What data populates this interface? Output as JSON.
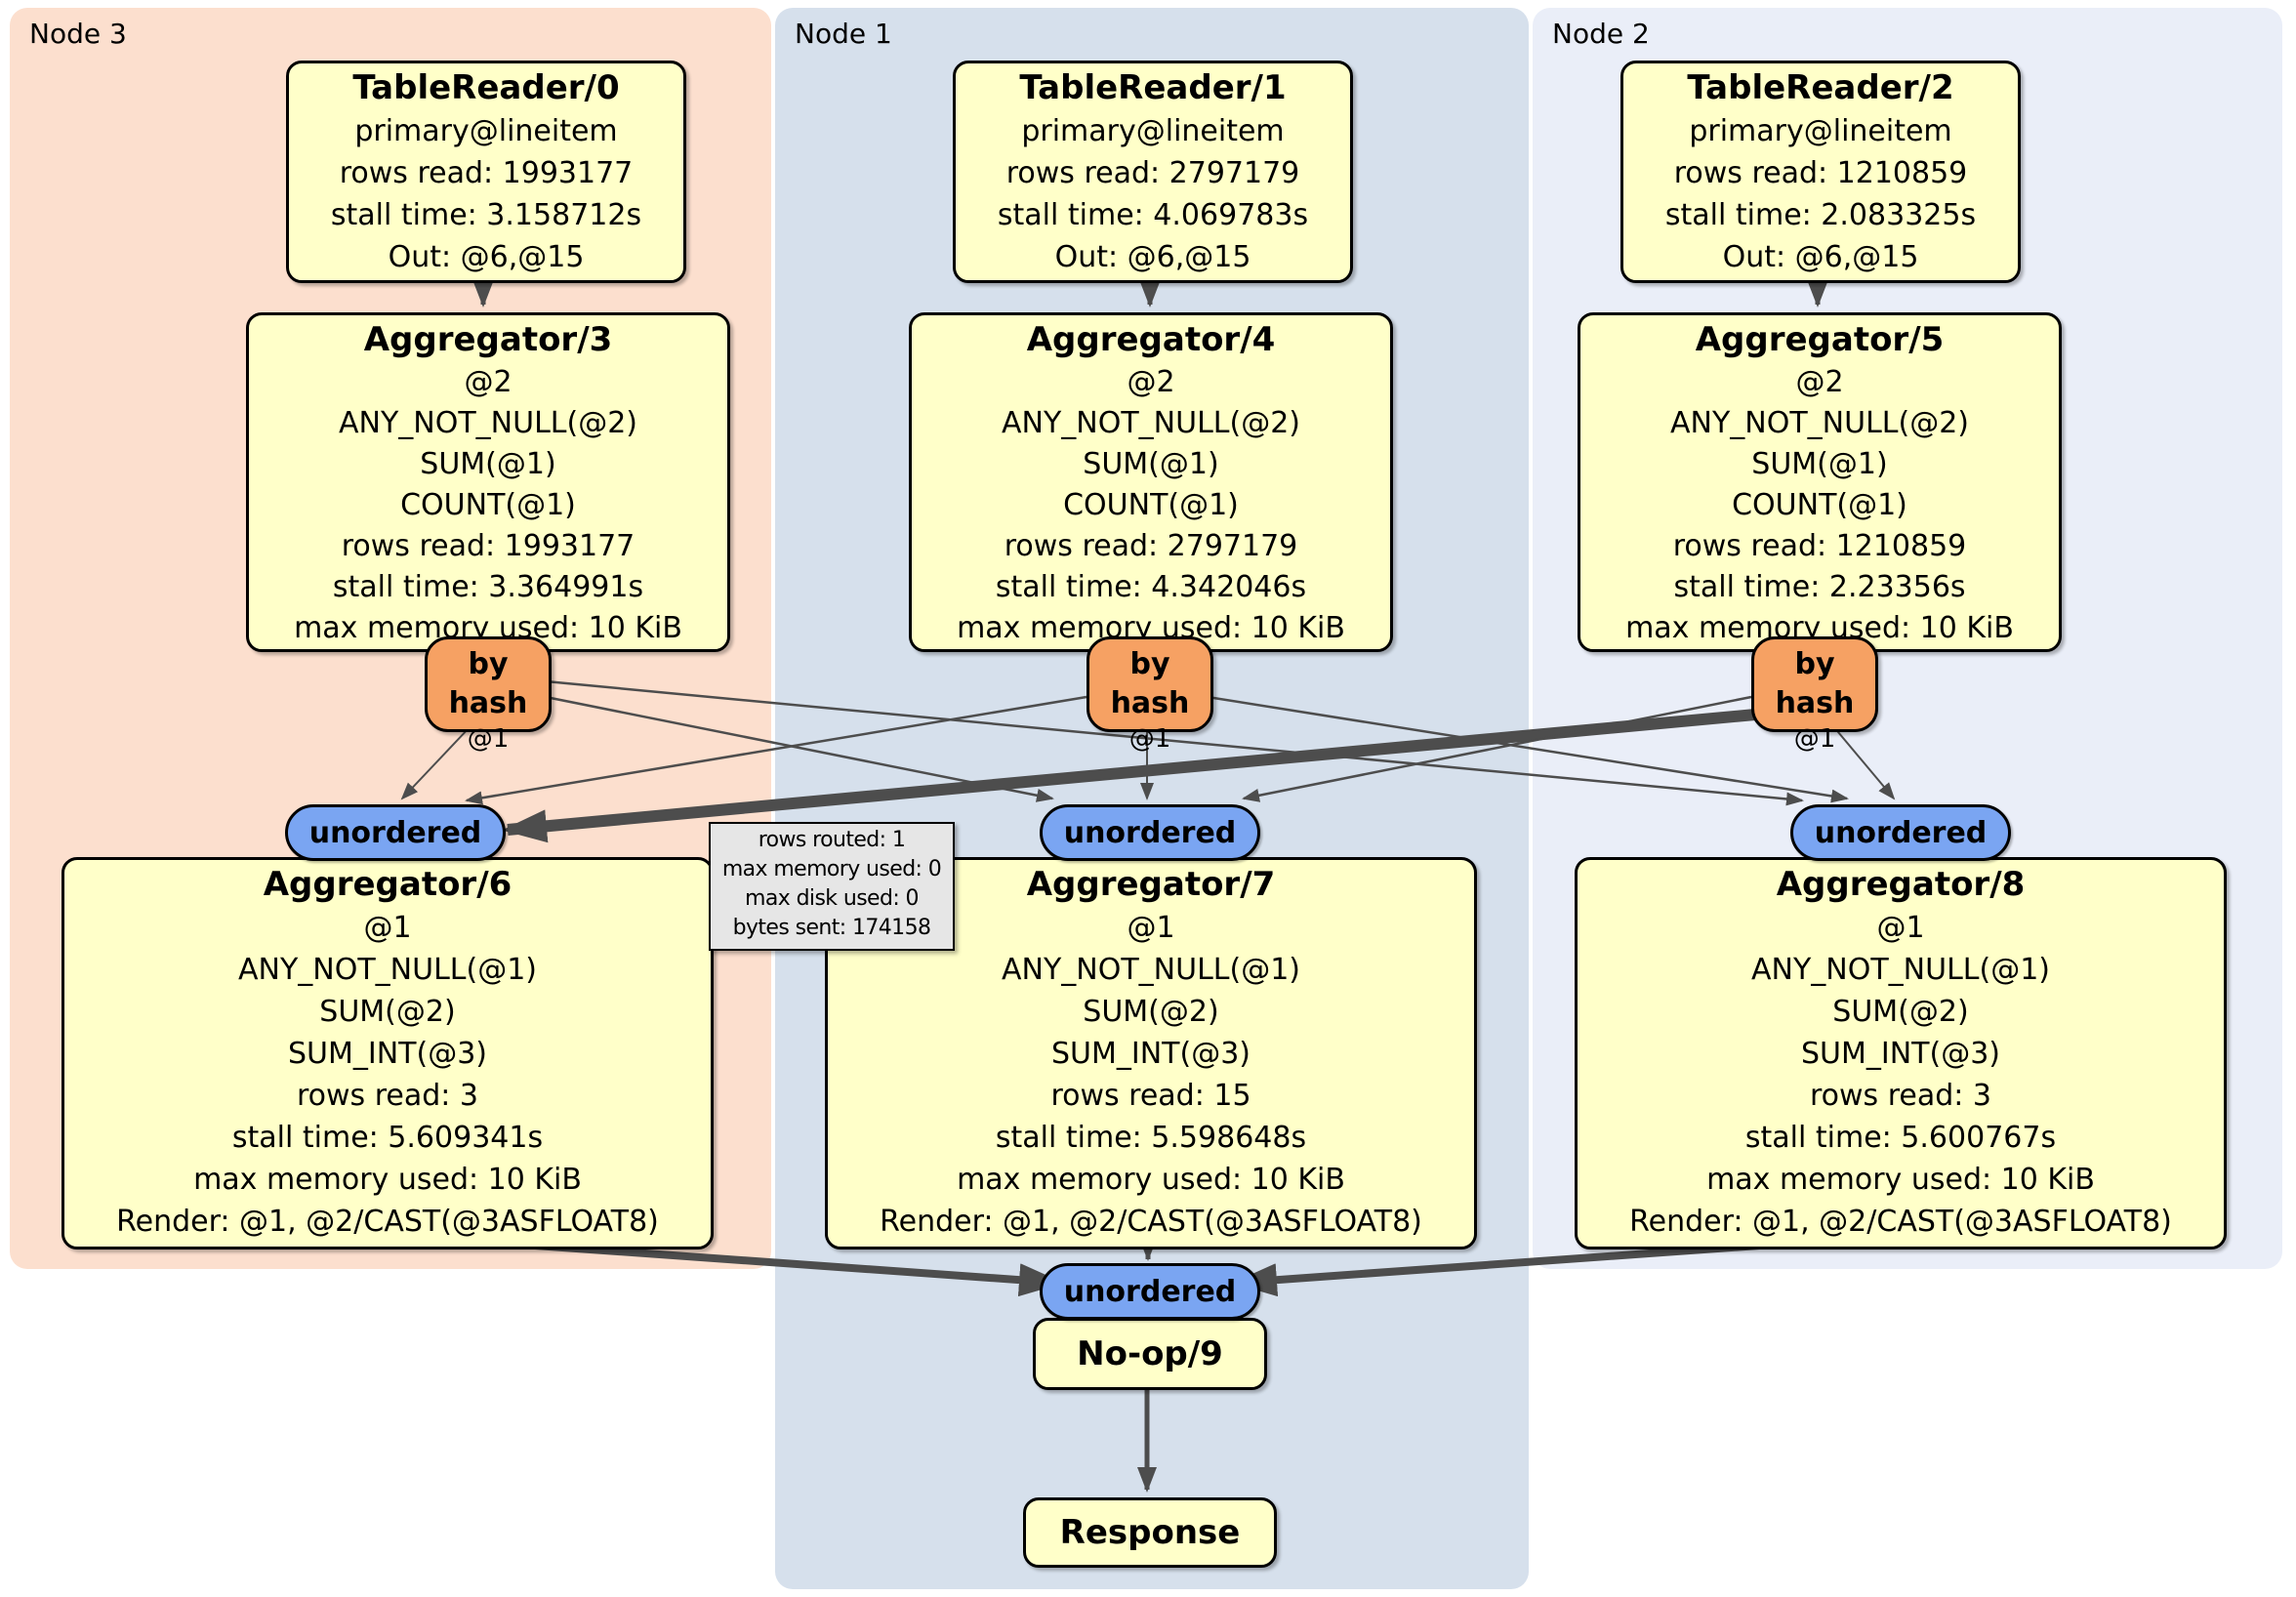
{
  "regions": {
    "node3": {
      "label": "Node 3"
    },
    "node1": {
      "label": "Node 1"
    },
    "node2": {
      "label": "Node 2"
    }
  },
  "nodes": {
    "tr0": {
      "title": "TableReader/0",
      "lines": [
        "primary@lineitem",
        "rows read: 1993177",
        "stall time: 3.158712s",
        "Out: @6,@15"
      ]
    },
    "tr1": {
      "title": "TableReader/1",
      "lines": [
        "primary@lineitem",
        "rows read: 2797179",
        "stall time: 4.069783s",
        "Out: @6,@15"
      ]
    },
    "tr2": {
      "title": "TableReader/2",
      "lines": [
        "primary@lineitem",
        "rows read: 1210859",
        "stall time: 2.083325s",
        "Out: @6,@15"
      ]
    },
    "agg3": {
      "title": "Aggregator/3",
      "lines": [
        "@2",
        "ANY_NOT_NULL(@2)",
        "SUM(@1)",
        "COUNT(@1)",
        "rows read: 1993177",
        "stall time: 3.364991s",
        "max memory used: 10 KiB"
      ]
    },
    "agg4": {
      "title": "Aggregator/4",
      "lines": [
        "@2",
        "ANY_NOT_NULL(@2)",
        "SUM(@1)",
        "COUNT(@1)",
        "rows read: 2797179",
        "stall time: 4.342046s",
        "max memory used: 10 KiB"
      ]
    },
    "agg5": {
      "title": "Aggregator/5",
      "lines": [
        "@2",
        "ANY_NOT_NULL(@2)",
        "SUM(@1)",
        "COUNT(@1)",
        "rows read: 1210859",
        "stall time: 2.23356s",
        "max memory used: 10 KiB"
      ]
    },
    "agg6": {
      "title": "Aggregator/6",
      "lines": [
        "@1",
        "ANY_NOT_NULL(@1)",
        "SUM(@2)",
        "SUM_INT(@3)",
        "rows read: 3",
        "stall time: 5.609341s",
        "max memory used: 10 KiB",
        "Render: @1, @2/CAST(@3ASFLOAT8)"
      ]
    },
    "agg7": {
      "title": "Aggregator/7",
      "lines": [
        "@1",
        "ANY_NOT_NULL(@1)",
        "SUM(@2)",
        "SUM_INT(@3)",
        "rows read: 15",
        "stall time: 5.598648s",
        "max memory used: 10 KiB",
        "Render: @1, @2/CAST(@3ASFLOAT8)"
      ]
    },
    "agg8": {
      "title": "Aggregator/8",
      "lines": [
        "@1",
        "ANY_NOT_NULL(@1)",
        "SUM(@2)",
        "SUM_INT(@3)",
        "rows read: 3",
        "stall time: 5.600767s",
        "max memory used: 10 KiB",
        "Render: @1, @2/CAST(@3ASFLOAT8)"
      ]
    },
    "router3": {
      "title": "by hash",
      "sub": "@1"
    },
    "router4": {
      "title": "by hash",
      "sub": "@1"
    },
    "router5": {
      "title": "by hash",
      "sub": "@1"
    },
    "stream6": {
      "label": "unordered"
    },
    "stream7": {
      "label": "unordered"
    },
    "stream8": {
      "label": "unordered"
    },
    "stream9": {
      "label": "unordered"
    },
    "noop9": {
      "title": "No-op/9"
    },
    "response": {
      "title": "Response"
    }
  },
  "tooltip": {
    "lines": [
      "rows routed: 1",
      "max memory used: 0",
      "max disk used: 0",
      "bytes sent: 174158"
    ]
  },
  "colors": {
    "node3_bg": "#fcdfce",
    "node1_bg": "#d6e0ec",
    "node2_bg": "#eaeef8",
    "node_fill": "#ffffc9",
    "router_fill": "#f6a163",
    "stream_fill": "#7aa5f2",
    "tooltip_bg": "#e6e6e6",
    "edge": "#4d4d4d"
  }
}
